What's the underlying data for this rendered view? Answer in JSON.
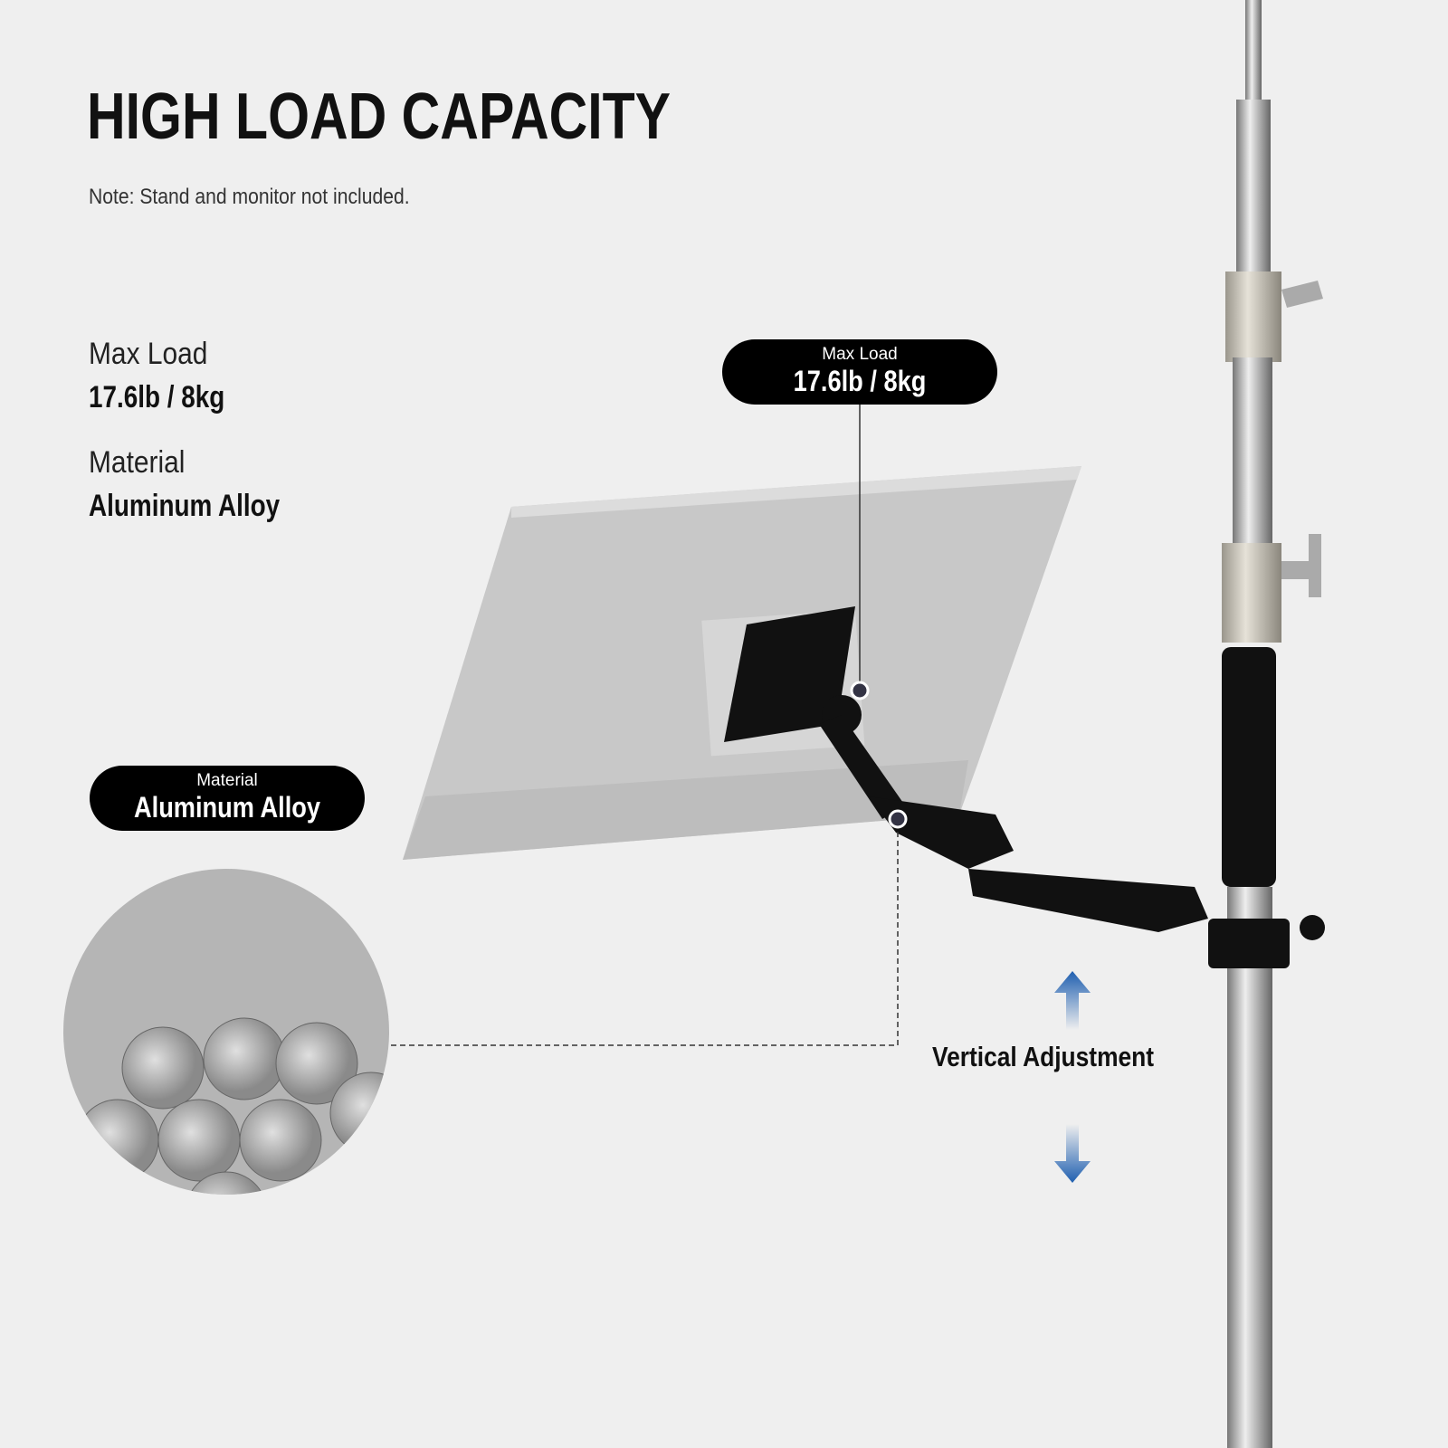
{
  "title": "HIGH LOAD CAPACITY",
  "note": "Note: Stand and monitor not included.",
  "specs": [
    {
      "label": "Max Load",
      "value": "17.6lb / 8kg"
    },
    {
      "label": "Material",
      "value": "Aluminum Alloy"
    }
  ],
  "callouts": {
    "max_load": {
      "label": "Max Load",
      "value": "17.6lb / 8kg"
    },
    "material": {
      "label": "Material",
      "value": "Aluminum Alloy"
    }
  },
  "vertical_adjustment": "Vertical Adjustment",
  "colors": {
    "background": "#efefef",
    "arrow": "#1f5fb0",
    "pill": "#000000"
  }
}
